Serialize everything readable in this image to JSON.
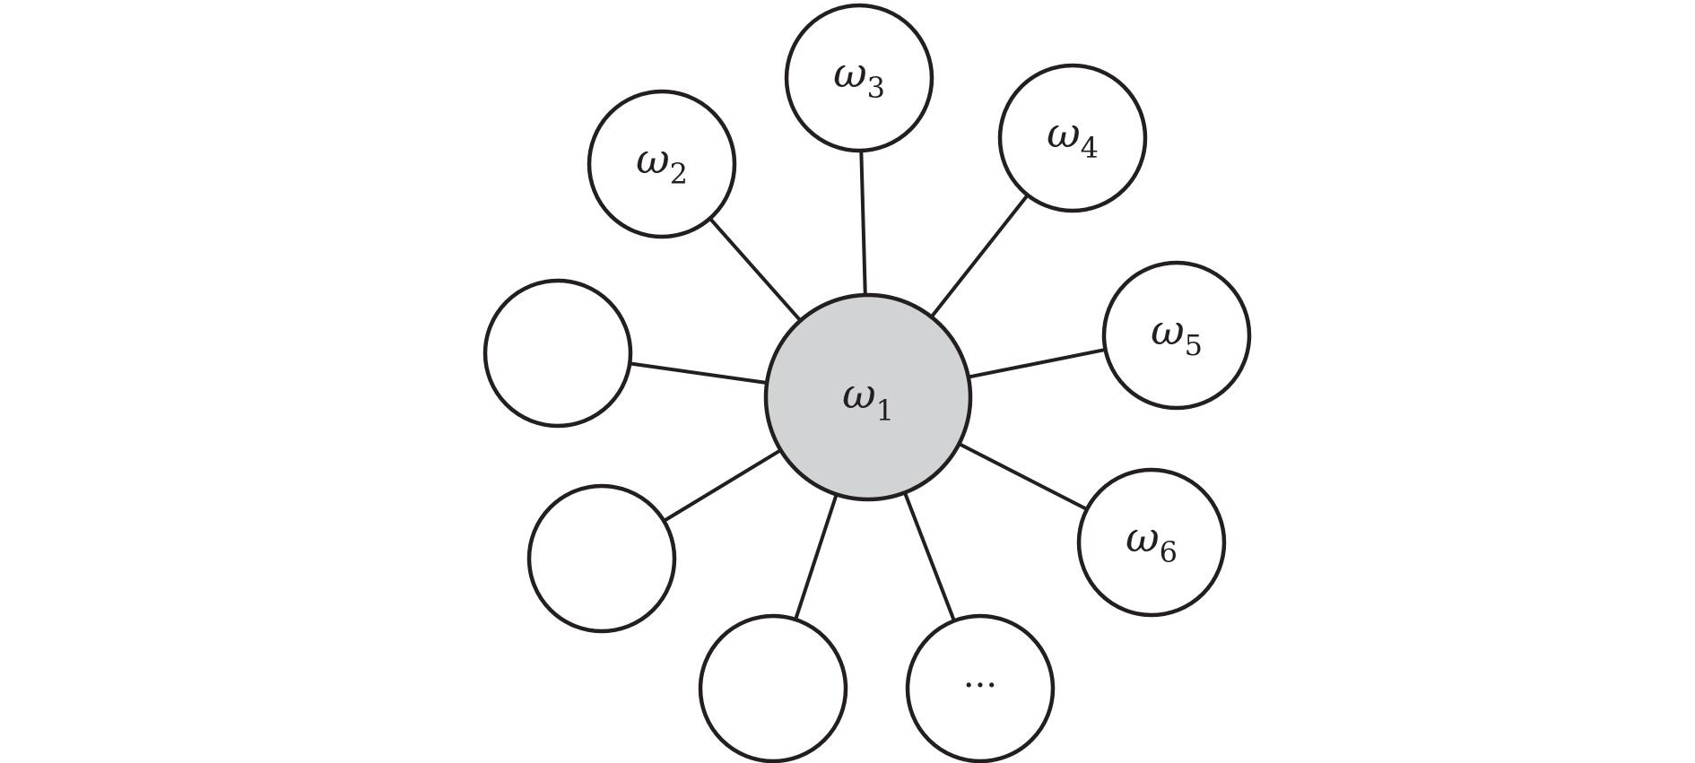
{
  "diagram": {
    "colors": {
      "stroke": "#231f20",
      "center_fill": "#d1d3d4",
      "leaf_fill": "#ffffff"
    },
    "center": {
      "symbol": "ω",
      "subscript": "1"
    },
    "leaves": [
      {
        "symbol": "ω",
        "subscript": "2"
      },
      {
        "symbol": "ω",
        "subscript": "3"
      },
      {
        "symbol": "ω",
        "subscript": "4"
      },
      {
        "symbol": "ω",
        "subscript": "5"
      },
      {
        "symbol": "ω",
        "subscript": "6"
      },
      {
        "text": "···"
      },
      {
        "text": ""
      },
      {
        "text": ""
      },
      {
        "text": ""
      }
    ]
  }
}
